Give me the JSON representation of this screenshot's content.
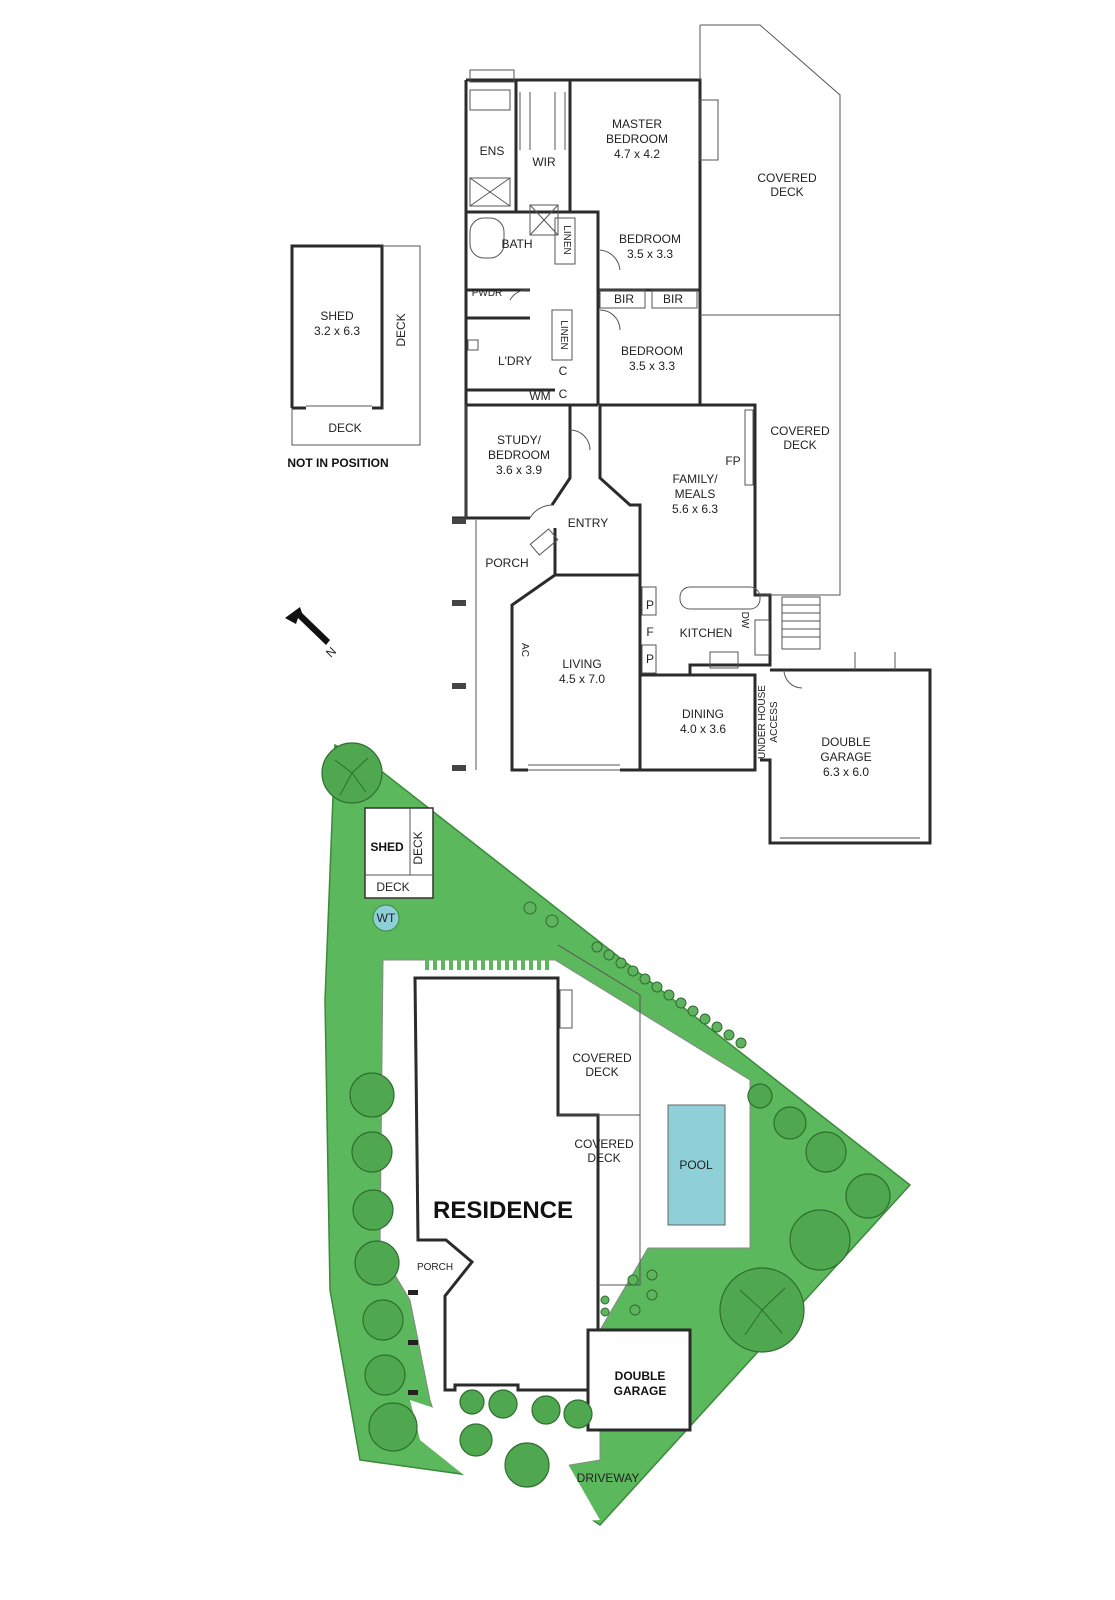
{
  "floor_plan": {
    "rooms": {
      "ens": "ENS",
      "wir": "WIR",
      "master_name": "MASTER",
      "master_name2": "BEDROOM",
      "master_dim": "4.7 x 4.2",
      "covered_deck_1a": "COVERED",
      "covered_deck_1b": "DECK",
      "bath": "BATH",
      "linen_1": "LINEN",
      "bedroom_2_name": "BEDROOM",
      "bedroom_2_dim": "3.5 x 3.3",
      "pwdr": "PWDR",
      "bir_1": "BIR",
      "bir_2": "BIR",
      "linen_2": "LINEN",
      "bedroom_3_name": "BEDROOM",
      "bedroom_3_dim": "3.5 x 3.3",
      "ldry": "L'DRY",
      "c1": "C",
      "c2": "C",
      "wm": "WM",
      "covered_deck_2a": "COVERED",
      "covered_deck_2b": "DECK",
      "study_1": "STUDY/",
      "study_2": "BEDROOM",
      "study_dim": "3.6 x 3.9",
      "fp": "FP",
      "family_1": "FAMILY/",
      "family_2": "MEALS",
      "family_dim": "5.6 x 6.3",
      "entry": "ENTRY",
      "porch": "PORCH",
      "p1": "P",
      "f": "F",
      "p2": "P",
      "kitchen": "KITCHEN",
      "dw": "DW",
      "ac": "AC",
      "living": "LIVING",
      "living_dim": "4.5 x 7.0",
      "dining": "DINING",
      "dining_dim": "4.0 x 3.6",
      "under_house_1": "UNDER HOUSE",
      "under_house_2": "ACCESS",
      "garage_1": "DOUBLE",
      "garage_2": "GARAGE",
      "garage_dim": "6.3 x 6.0"
    },
    "shed": {
      "name": "SHED",
      "dim": "3.2 x 6.3",
      "deck_side": "DECK",
      "deck_bottom": "DECK",
      "note": "NOT IN POSITION"
    },
    "compass": {
      "letter": "N"
    }
  },
  "site_plan": {
    "shed": "SHED",
    "shed_deck_side": "DECK",
    "shed_deck_bottom": "DECK",
    "wt": "WT",
    "covered_deck_1a": "COVERED",
    "covered_deck_1b": "DECK",
    "covered_deck_2a": "COVERED",
    "covered_deck_2b": "DECK",
    "pool": "POOL",
    "residence": "RESIDENCE",
    "porch": "PORCH",
    "garage_1": "DOUBLE",
    "garage_2": "GARAGE",
    "driveway": "DRIVEWAY"
  },
  "colors": {
    "lawn": "#5cb85c",
    "pool": "#8fd0d8",
    "wall": "#2b2b2b"
  }
}
